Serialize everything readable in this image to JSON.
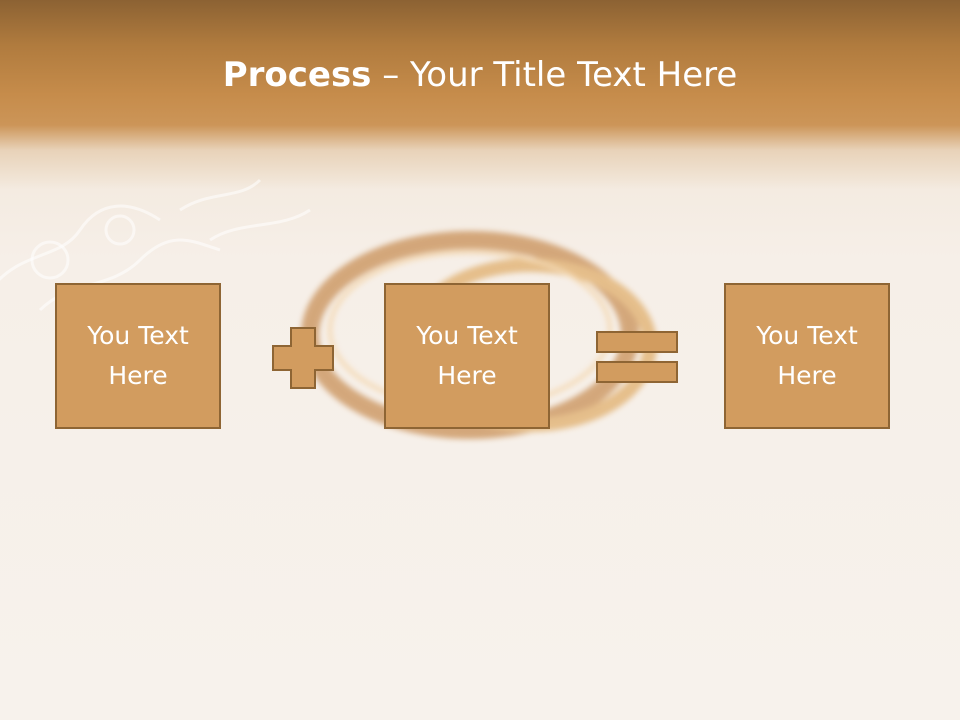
{
  "slide": {
    "title_bold": "Process",
    "title_rest": " – Your Title Text Here",
    "colors": {
      "header": "#c68c4b",
      "box_fill": "#d29c5f",
      "box_border": "#8e6534",
      "text": "#ffffff"
    }
  },
  "process": {
    "boxes": [
      {
        "line1": "You Text",
        "line2": "Here"
      },
      {
        "line1": "You Text",
        "line2": "Here"
      },
      {
        "line1": "You Text",
        "line2": "Here"
      }
    ],
    "operators": [
      "plus-icon",
      "equals-icon"
    ]
  }
}
